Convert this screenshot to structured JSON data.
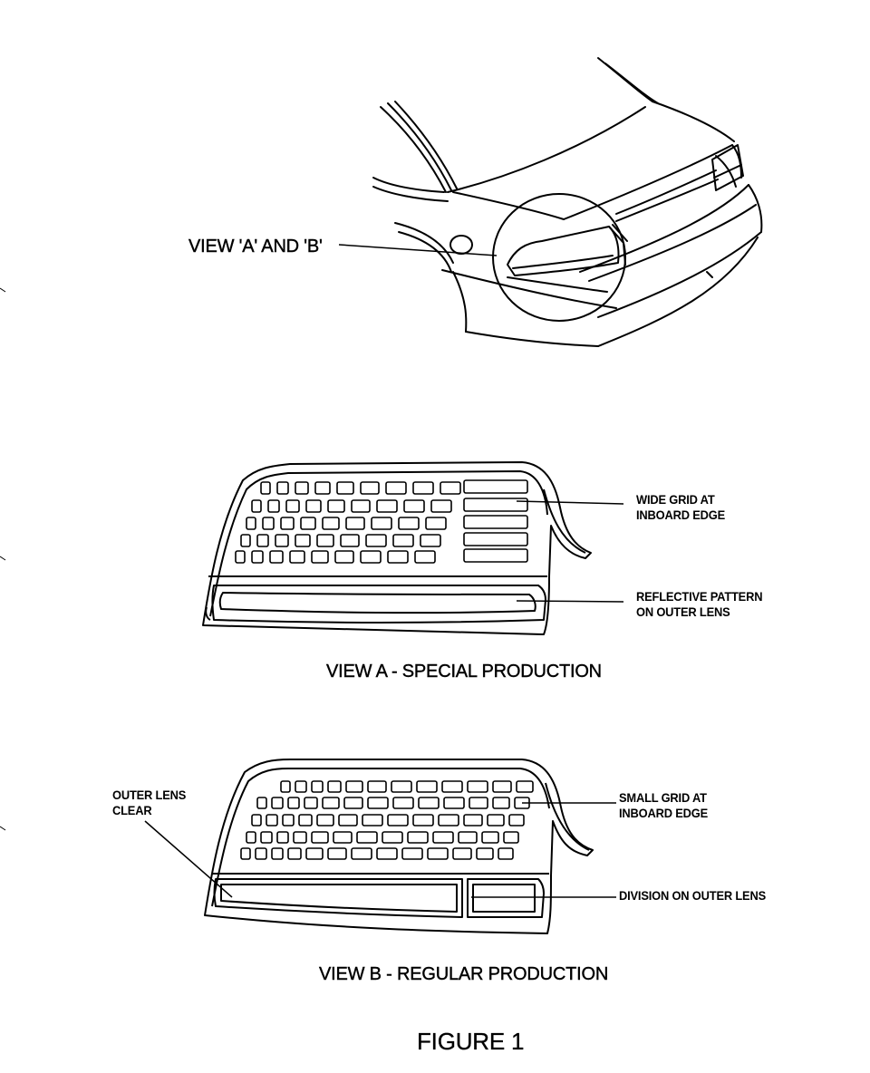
{
  "figure_title": "FIGURE 1",
  "car_callout": "VIEW 'A' AND 'B'",
  "view_a": {
    "title": "VIEW A - SPECIAL PRODUCTION",
    "callout_grid": [
      "WIDE GRID AT",
      "INBOARD EDGE"
    ],
    "callout_reflective": [
      "REFLECTIVE PATTERN",
      "ON OUTER LENS"
    ]
  },
  "view_b": {
    "title": "VIEW B - REGULAR PRODUCTION",
    "callout_clear": [
      "OUTER LENS",
      "CLEAR"
    ],
    "callout_grid": [
      "SMALL GRID AT",
      "INBOARD EDGE"
    ],
    "callout_division": "DIVISION ON OUTER LENS"
  }
}
